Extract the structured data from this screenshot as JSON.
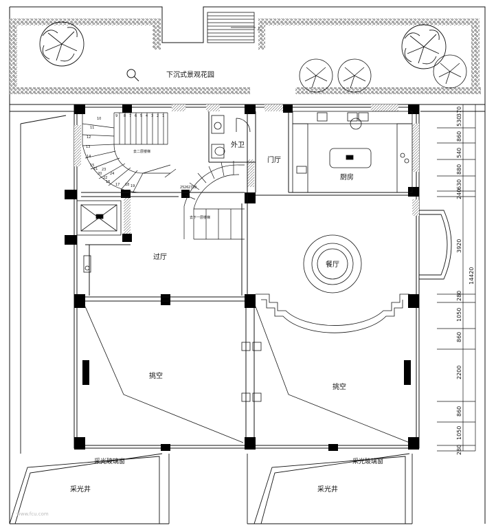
{
  "labels": {
    "garden": "下沉式景观花园",
    "wc": "外卫",
    "foyer": "门厅",
    "kitchen": "厨房",
    "hall": "过厅",
    "dining": "餐厅",
    "void_left": "挑空",
    "void_right": "挑空",
    "window_left": "采光玻璃窗",
    "window_right": "采光玻璃窗",
    "well_left": "采光井",
    "well_right": "采光井",
    "stair_up_note": "去二层楼梯",
    "stair_down_note": "去下一层楼梯",
    "stair_top_arrow": "上",
    "watermark": "www.fcu.com"
  },
  "stair_numbers": [
    "1",
    "2",
    "3",
    "4",
    "5",
    "6",
    "7",
    "8",
    "9",
    "10",
    "11",
    "12",
    "13",
    "14",
    "15",
    "16",
    "17",
    "18",
    "19",
    "20",
    "21",
    "22",
    "23",
    "24",
    "25",
    "26",
    "27",
    "28"
  ],
  "dimensions": {
    "top_segments": [
      "370",
      "530",
      "860",
      "540",
      "880",
      "630",
      "240"
    ],
    "middle": "3920",
    "total": "14420",
    "bottom_segments": [
      "280",
      "1050",
      "860",
      "2200",
      "860",
      "1050",
      "280"
    ]
  },
  "colors": {
    "line": "#111111",
    "hatch": "#777777",
    "pillar": "#000000"
  }
}
